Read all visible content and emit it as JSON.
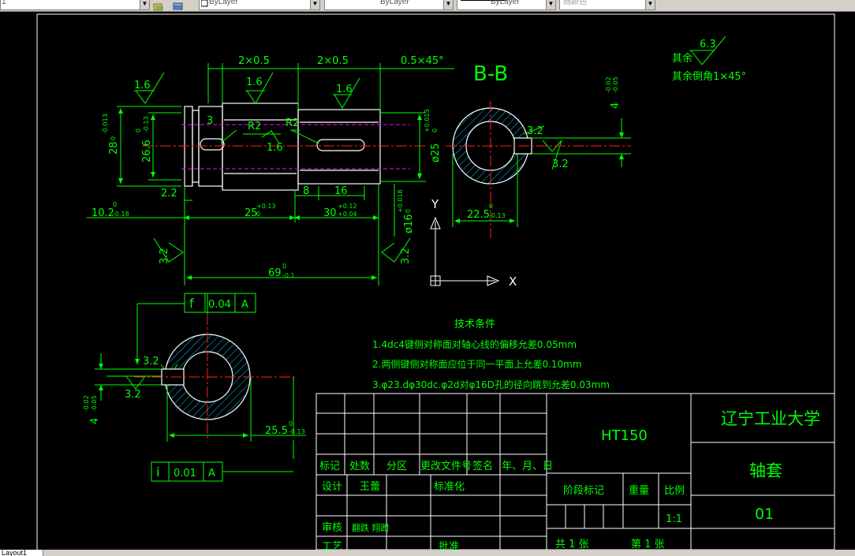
{
  "toolbar": {
    "layer_value": "1",
    "color_value": "ByLayer",
    "linetype_value": "ByLayer",
    "lineweight_value": "ByLayer",
    "plotstyle_value": "随颜色"
  },
  "drawing": {
    "section_label": "B-B",
    "dims": {
      "d_2x05_a": "2×0.5",
      "d_2x05_b": "2×0.5",
      "d_chamfer": "0.5×45°",
      "d_r2_a": "R2",
      "d_r2_b": "R2",
      "d_3": "3",
      "d_22": "2.2",
      "d_8": "8",
      "d_16": "16",
      "d_102": "10.2",
      "d_25": "25",
      "d_30": "30",
      "d_69": "69",
      "d_28": "28",
      "d_266": "26.6",
      "d_25dia": "ø25",
      "d_16dia": "ø16",
      "d_225": "22.5",
      "d_255": "25.5",
      "d_4": "4",
      "d_4b": "4"
    },
    "tols": {
      "t_102_up": "0",
      "t_102_lo": "-0.18",
      "t_25_up": "+0.13",
      "t_25_lo": "0",
      "t_30_up": "+0.12",
      "t_30_lo": "+0.04",
      "t_69_up": "0",
      "t_69_lo": "-0.1",
      "t_28_up": "-0.013",
      "t_28_lo": "0",
      "t_266_up": "0",
      "t_266_lo": "-0.13",
      "t_25dia_up": "+0.013",
      "t_25dia_lo": "0",
      "t_16_up": "+0.018",
      "t_16_lo": "0",
      "t_225_up": "0",
      "t_225_lo": "-0.13",
      "t_255_up": "0",
      "t_255_lo": "-0.13",
      "t_4_up": "-0.02",
      "t_4_lo": "-0.05",
      "t_4b_up": "-0.02",
      "t_4b_lo": "-0.05"
    },
    "roughness": {
      "r1": "1.6",
      "r2": "1.6",
      "r3": "1.6",
      "r4": "1.6",
      "r5": "3.2",
      "r6": "3.2",
      "r7": "3.2",
      "r8": "3.2",
      "r9": "3.2",
      "r10": "3.2",
      "rest_label": "其余",
      "rest_value": "6.3",
      "rest_chamfer": "其余倒角1×45°"
    },
    "axis": {
      "y": "Y",
      "x": "X"
    },
    "fcf1": {
      "symbol": "f",
      "value": "0.04",
      "datum": "A"
    },
    "fcf2": {
      "symbol": "i",
      "value": "0.01",
      "datum": "A"
    },
    "tech": {
      "title": "技术条件",
      "line1": "1.4dc4键侧对称面对轴心线的偏移允差0.05mm",
      "line2": "2.两侧键侧对称面应位于同一平面上允差0.10mm",
      "line3": "3.φ23.dφ30dc.φ2d对φ16D孔的径向跳到允差0.03mm"
    },
    "title_block": {
      "material": "HT150",
      "university": "辽宁工业大学",
      "part_name": "轴套",
      "drawing_no": "01",
      "h_mark": "标记",
      "h_count": "处数",
      "h_zone": "分区",
      "h_doc": "更改文件号",
      "h_sign": "签名",
      "h_date": "年、月、日",
      "design": "设计",
      "designer": "王蕾",
      "standard": "标准化",
      "review": "审核",
      "reviewer": "翻跌 翔跗",
      "process": "工艺",
      "approve": "批准",
      "stage": "阶段标记",
      "weight": "重量",
      "scale": "比例",
      "scale_value": "1:1",
      "sheets": "共  1  张",
      "sheet_no": "第  1  张"
    }
  },
  "status": {
    "layout_tab": "Layout1"
  }
}
